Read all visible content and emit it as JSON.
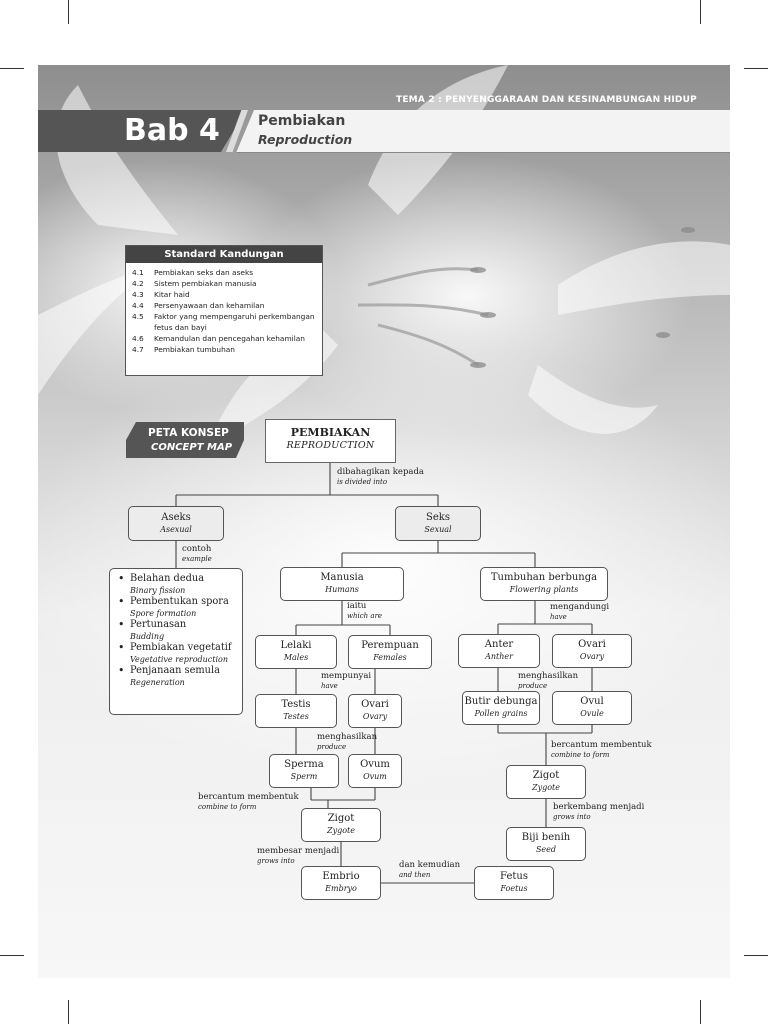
{
  "header": {
    "theme": "TEMA 2 : PENYENGGARAAN DAN KESINAMBUNGAN HIDUP",
    "chapter": "Bab 4",
    "title_ms": "Pembiakan",
    "title_en": "Reproduction"
  },
  "standard": {
    "heading": "Standard Kandungan",
    "items": [
      {
        "num": "4.1",
        "text": "Pembiakan seks dan aseks"
      },
      {
        "num": "4.2",
        "text": "Sistem pembiakan manusia"
      },
      {
        "num": "4.3",
        "text": "Kitar haid"
      },
      {
        "num": "4.4",
        "text": "Persenyawaan dan kehamilan"
      },
      {
        "num": "4.5",
        "text": "Faktor yang mempengaruhi perkembangan fetus dan bayi"
      },
      {
        "num": "4.6",
        "text": "Kemandulan dan pencegahan kehamilan"
      },
      {
        "num": "4.7",
        "text": "Pembiakan tumbuhan"
      }
    ]
  },
  "concept_map": {
    "banner_ms": "PETA KONSEP",
    "banner_en": "CONCEPT MAP",
    "root": {
      "ms": "PEMBIAKAN",
      "en": "REPRODUCTION"
    },
    "labels": {
      "divided": {
        "ms": "dibahagikan kepada",
        "en": "is divided into"
      },
      "example": {
        "ms": "contoh",
        "en": "example"
      },
      "which_are": {
        "ms": "iaitu",
        "en": "which are"
      },
      "have_humans": {
        "ms": "mempunyai",
        "en": "have"
      },
      "produce_humans": {
        "ms": "menghasilkan",
        "en": "produce"
      },
      "combine_humans": {
        "ms": "bercantum membentuk",
        "en": "combine to form"
      },
      "grows_into_humans": {
        "ms": "membesar menjadi",
        "en": "grows into"
      },
      "and_then": {
        "ms": "dan kemudian",
        "en": "and then"
      },
      "have_plants": {
        "ms": "mengandungi",
        "en": "have"
      },
      "produce_plants": {
        "ms": "menghasilkan",
        "en": "produce"
      },
      "combine_plants": {
        "ms": "bercantum membentuk",
        "en": "combine to form"
      },
      "grows_into_plants": {
        "ms": "berkembang menjadi",
        "en": "grows into"
      }
    },
    "nodes": {
      "aseks": {
        "ms": "Aseks",
        "en": "Asexual"
      },
      "seks": {
        "ms": "Seks",
        "en": "Sexual"
      },
      "manusia": {
        "ms": "Manusia",
        "en": "Humans"
      },
      "tumbuhan": {
        "ms": "Tumbuhan berbunga",
        "en": "Flowering plants"
      },
      "lelaki": {
        "ms": "Lelaki",
        "en": "Males"
      },
      "perempuan": {
        "ms": "Perempuan",
        "en": "Females"
      },
      "testis": {
        "ms": "Testis",
        "en": "Testes"
      },
      "ovari_h": {
        "ms": "Ovari",
        "en": "Ovary"
      },
      "sperma": {
        "ms": "Sperma",
        "en": "Sperm"
      },
      "ovum": {
        "ms": "Ovum",
        "en": "Ovum"
      },
      "zigot_h": {
        "ms": "Zigot",
        "en": "Zygote"
      },
      "embrio": {
        "ms": "Embrio",
        "en": "Embryo"
      },
      "fetus": {
        "ms": "Fetus",
        "en": "Foetus"
      },
      "anter": {
        "ms": "Anter",
        "en": "Anther"
      },
      "ovari_p": {
        "ms": "Ovari",
        "en": "Ovary"
      },
      "butir": {
        "ms": "Butir debunga",
        "en": "Pollen grains"
      },
      "ovul": {
        "ms": "Ovul",
        "en": "Ovule"
      },
      "zigot_p": {
        "ms": "Zigot",
        "en": "Zygote"
      },
      "biji": {
        "ms": "Biji benih",
        "en": "Seed"
      }
    },
    "asexual_examples": [
      {
        "ms": "Belahan dedua",
        "en": "Binary fission"
      },
      {
        "ms": "Pembentukan spora",
        "en": "Spore formation"
      },
      {
        "ms": "Pertunasan",
        "en": "Budding"
      },
      {
        "ms": "Pembiakan vegetatif",
        "en": "Vegetative reproduction"
      },
      {
        "ms": "Penjanaan semula",
        "en": "Regeneration"
      }
    ]
  }
}
